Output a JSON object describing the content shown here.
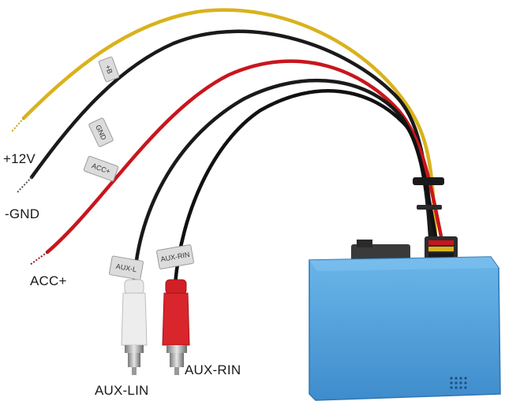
{
  "labels": {
    "power": "+12V",
    "ground": "-GND",
    "acc": "ACC+",
    "aux_left": "AUX-LIN",
    "aux_right": "AUX-RIN"
  },
  "wire_tags": {
    "power": "+B",
    "ground": "GND",
    "acc": "ACC+",
    "aux_left": "AUX-L",
    "aux_right": "AUX-RIN"
  },
  "colors": {
    "yellow_wire": "#d9b21c",
    "black_wire": "#1a1a1a",
    "red_wire": "#c8161d",
    "module_blue": "#5aa8e0",
    "rca_white": "#e8e8e8",
    "rca_red": "#d21f26",
    "connector_gray": "#3a3a3a"
  }
}
